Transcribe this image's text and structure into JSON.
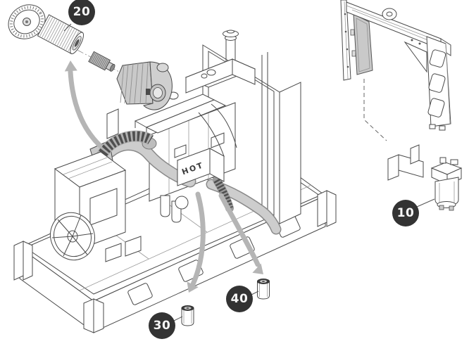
{
  "figure": {
    "hot_label": "HOT",
    "callouts": [
      {
        "number": "10"
      },
      {
        "number": "20"
      },
      {
        "number": "30"
      },
      {
        "number": "40"
      }
    ],
    "colors": {
      "background": "#ffffff",
      "line": "#4a4a4a",
      "shade_panel": "#c9c9c9",
      "arrow": "#b5b5b5",
      "badge_background": "#333333",
      "badge_text": "#f7f7f7"
    }
  }
}
